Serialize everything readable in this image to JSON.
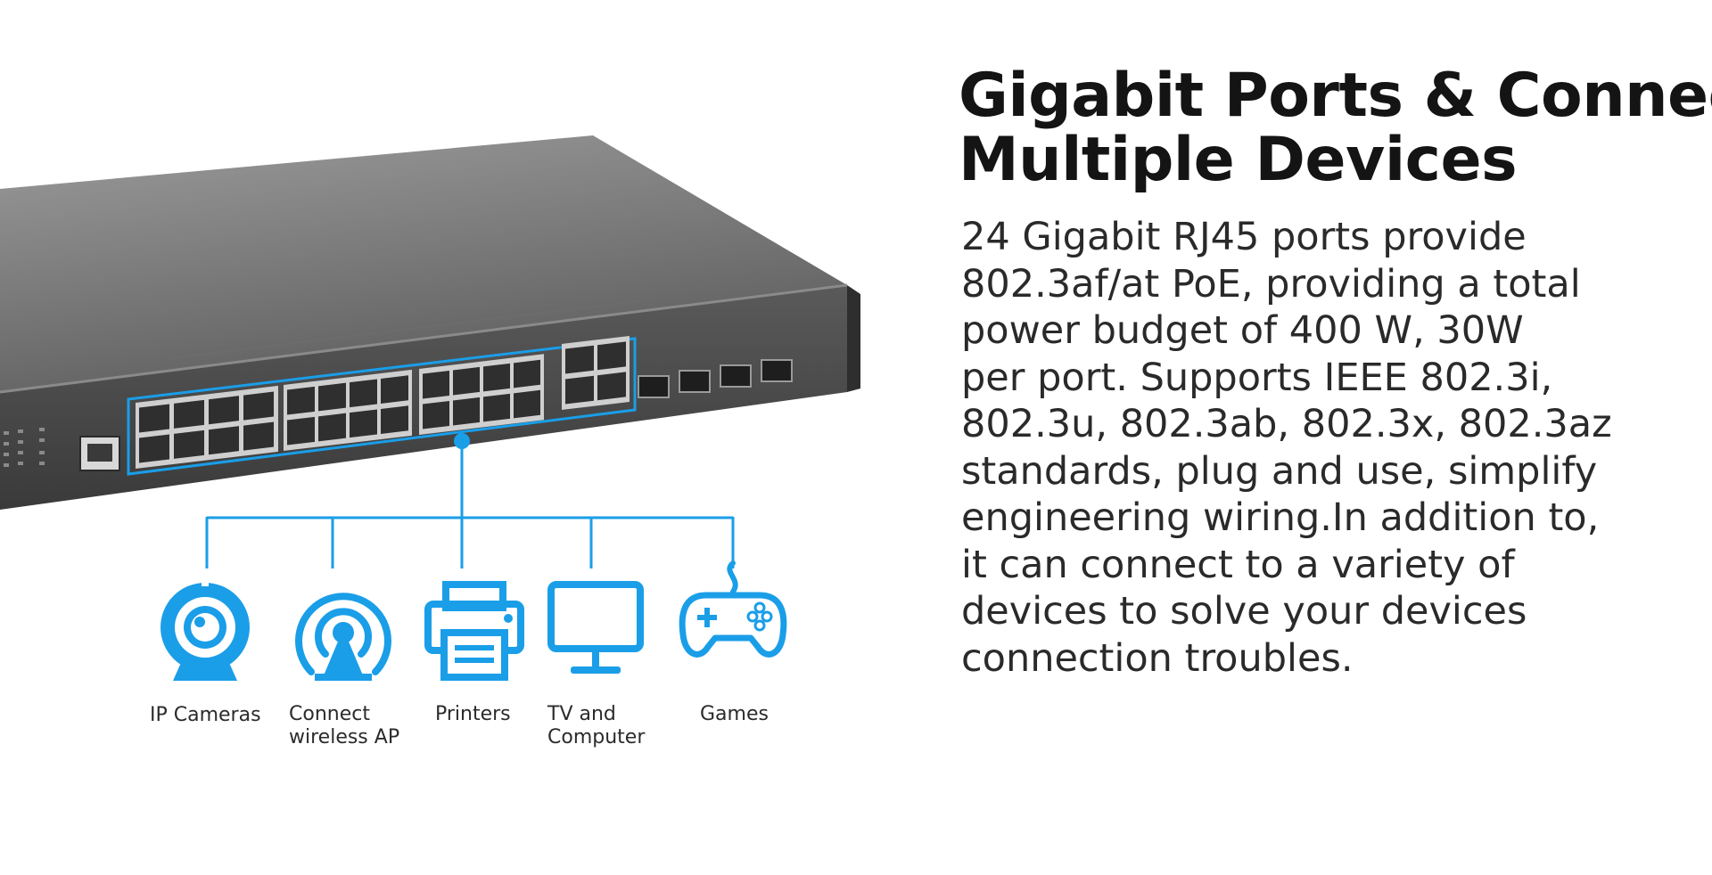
{
  "heading": {
    "line1": "Gigabit Ports & Connect",
    "line2": "Multiple Devices"
  },
  "description": {
    "lines": [
      "24 Gigabit RJ45 ports provide",
      "802.3af/at PoE, providing a total",
      "power budget of 400 W, 30W",
      "per port. Supports IEEE 802.3i,",
      "802.3u, 802.3ab, 802.3x, 802.3az",
      "standards, plug and use, simplify",
      "engineering wiring.In addition to,",
      "it can connect to a variety of",
      "devices to solve your devices",
      "connection troubles."
    ]
  },
  "devices": [
    {
      "icon": "ip-camera-icon",
      "lines": [
        "IP Cameras"
      ]
    },
    {
      "icon": "wireless-ap-icon",
      "lines": [
        "Connect",
        "wireless AP"
      ]
    },
    {
      "icon": "printer-icon",
      "lines": [
        "Printers"
      ]
    },
    {
      "icon": "tv-computer-icon",
      "lines": [
        "TV and",
        "Computer"
      ]
    },
    {
      "icon": "gamepad-icon",
      "lines": [
        "Games"
      ]
    }
  ],
  "colors": {
    "accent": "#1a9ee8",
    "switch_body": "#4a4a4a",
    "text": "#141414"
  }
}
